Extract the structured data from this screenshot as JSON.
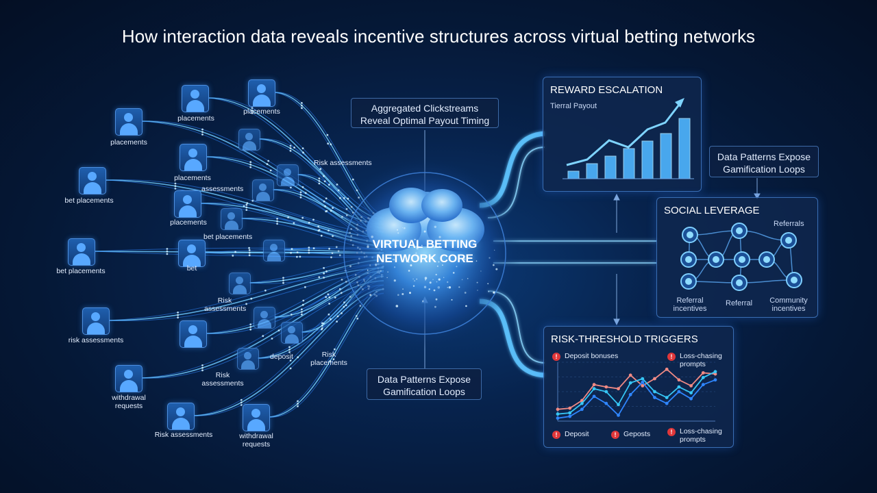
{
  "title": "How interaction data reveals incentive structures across virtual betting networks",
  "users": [
    {
      "label": "placements",
      "icon": "user-icon"
    },
    {
      "label": "placements",
      "icon": "user-icon"
    },
    {
      "label": "placements",
      "icon": "user-icon"
    },
    {
      "label": "bet placements",
      "icon": "user-icon"
    },
    {
      "label": "bet placements",
      "icon": "user-icon"
    },
    {
      "label": "risk assessments",
      "icon": "user-icon"
    },
    {
      "label": "withdrawal requests",
      "icon": "user-icon"
    },
    {
      "label": "Risk assessments",
      "icon": "user-icon"
    },
    {
      "label": "withdrawal requests",
      "icon": "user-icon"
    },
    {
      "label": "placements",
      "icon": "user-icon"
    },
    {
      "label": "placements",
      "icon": "user-icon"
    },
    {
      "label": "bet",
      "icon": "user-icon"
    },
    {
      "label": "Risk assessments",
      "icon": "user-icon"
    }
  ],
  "stream_labels": {
    "risk_assessments_top": "Risk assessments",
    "assessments": "assessments",
    "bet_placements": "bet placements",
    "risk_assessments_mid": "Risk assessments",
    "risk_assessments_low": "Risk assessments",
    "deposit": "deposit",
    "risk_placements": "Risk placements"
  },
  "core": {
    "line1": "VIRTUAL BETTING",
    "line2": "NETWORK CORE"
  },
  "callouts": {
    "top": {
      "line1": "Aggregated Clickstreams",
      "line2": "Reveal Optimal Payout Timing"
    },
    "bottom": {
      "line1": "Data Patterns Expose",
      "line2": "Gamification Loops"
    },
    "right": {
      "line1": "Data Patterns Expose",
      "line2": "Gamification Loops"
    }
  },
  "reward_panel": {
    "title": "REWARD ESCALATION",
    "subtitle": "Tierral Payout",
    "bars": [
      1,
      2,
      3,
      4,
      5,
      6,
      8
    ]
  },
  "social_panel": {
    "title": "SOCIAL LEVERAGE",
    "labels": {
      "referrals": "Referrals",
      "referral_incentives": "Referral incentives",
      "referral": "Referral",
      "community_incentives": "Community incentives"
    }
  },
  "risk_panel": {
    "title": "RISK-THRESHOLD TRIGGERS",
    "alerts_top": [
      "Deposit bonuses",
      "Loss-chasing prompts"
    ],
    "alerts_bottom": [
      "Deposit",
      "Geposts",
      "Loss-chasing prompts"
    ],
    "alert_icon": "exclamation-icon",
    "alert_color": "#e0373a",
    "chart_data": {
      "type": "line",
      "series": [
        {
          "values": [
            20,
            22,
            35,
            62,
            58,
            55,
            78,
            60,
            72,
            88,
            70,
            60,
            82,
            80
          ]
        },
        {
          "values": [
            12,
            14,
            30,
            55,
            50,
            28,
            65,
            72,
            50,
            40,
            58,
            48,
            74,
            84
          ]
        },
        {
          "values": [
            5,
            8,
            20,
            42,
            30,
            10,
            45,
            66,
            40,
            30,
            50,
            38,
            62,
            70
          ]
        }
      ],
      "colors": [
        "#f08a84",
        "#36c6f5",
        "#2f86ff"
      ]
    }
  },
  "colors": {
    "accent": "#39b4ff",
    "background": "#061a3a",
    "panel_border": "#3a6eb4"
  }
}
